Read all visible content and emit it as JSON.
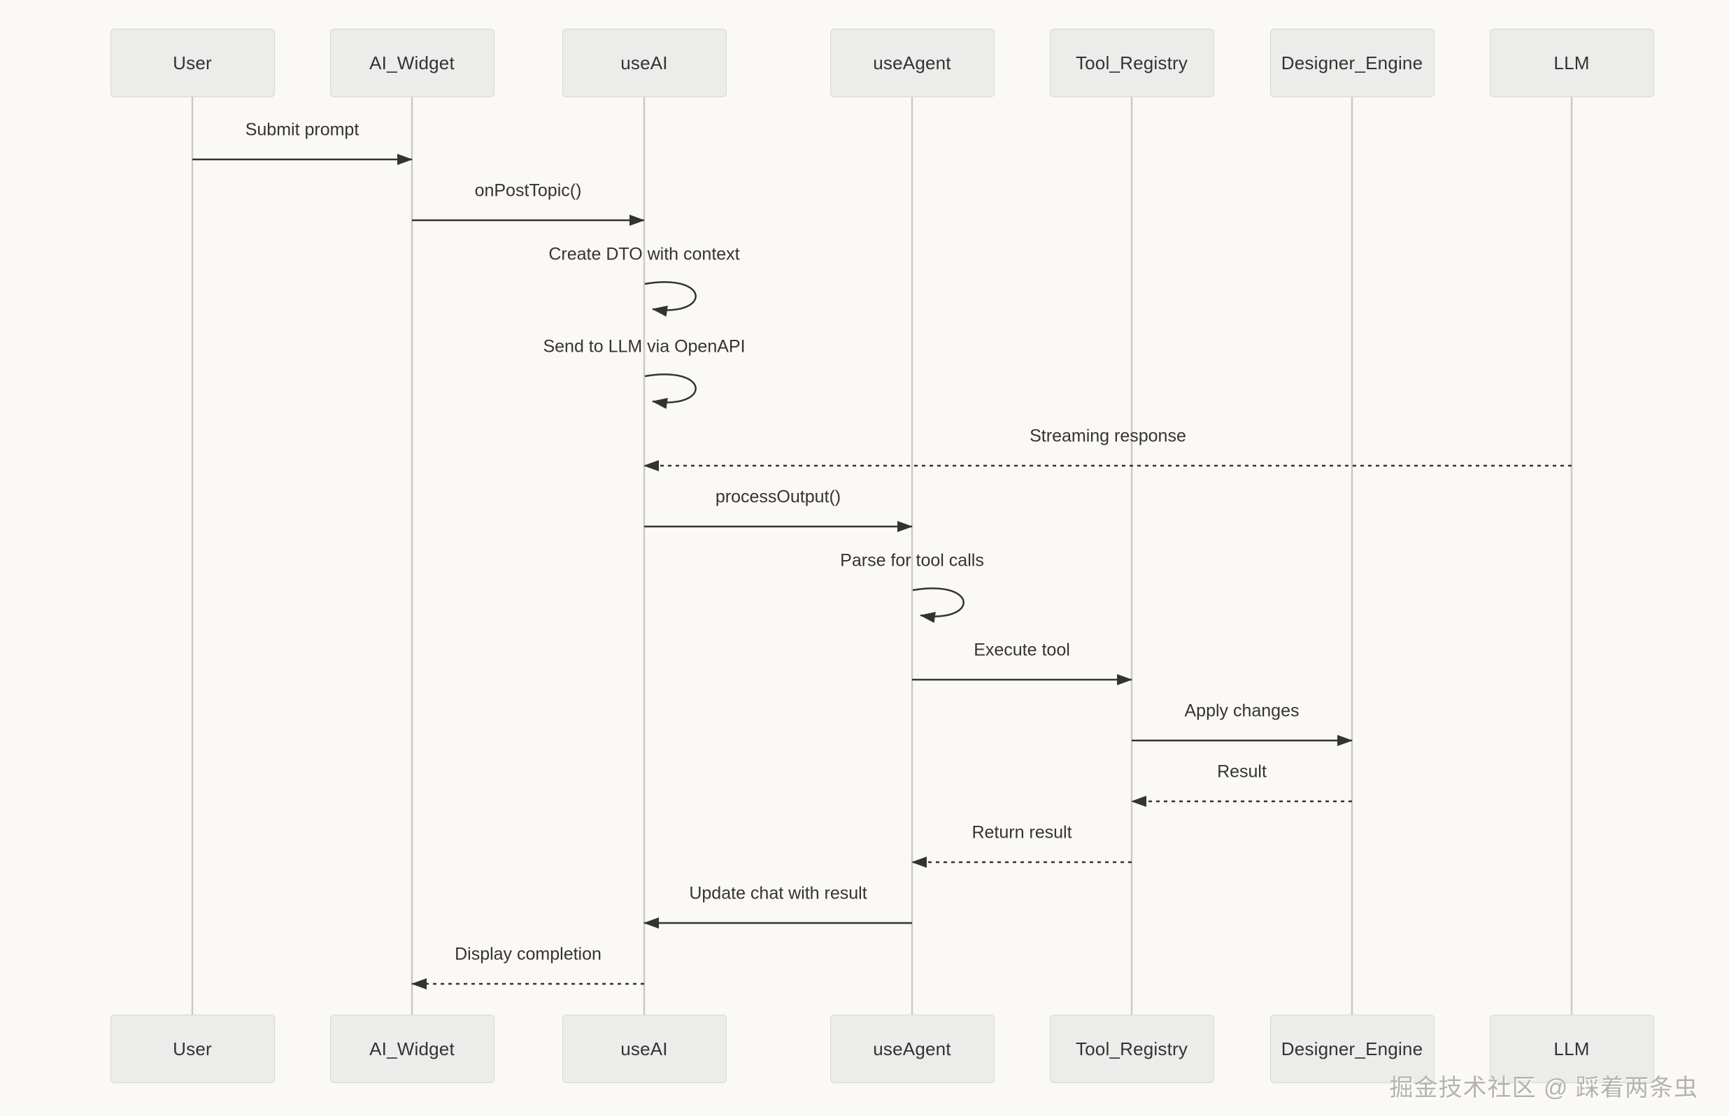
{
  "diagram": {
    "type": "sequence",
    "watermark": "掘金技术社区 @ 踩着两条虫"
  },
  "participants": [
    {
      "name": "User"
    },
    {
      "name": "AI_Widget"
    },
    {
      "name": "useAI"
    },
    {
      "name": "useAgent"
    },
    {
      "name": "Tool_Registry"
    },
    {
      "name": "Designer_Engine"
    },
    {
      "name": "LLM"
    }
  ],
  "messages": [
    {
      "from": "User",
      "to": "AI_Widget",
      "text": "Submit prompt",
      "line": "solid"
    },
    {
      "from": "AI_Widget",
      "to": "useAI",
      "text": "onPostTopic()",
      "line": "solid"
    },
    {
      "from": "useAI",
      "to": "useAI",
      "text": "Create DTO with context",
      "line": "self"
    },
    {
      "from": "useAI",
      "to": "useAI",
      "text": "Send to LLM via OpenAPI",
      "line": "self"
    },
    {
      "from": "LLM",
      "to": "useAI",
      "text": "Streaming response",
      "line": "dashed"
    },
    {
      "from": "useAI",
      "to": "useAgent",
      "text": "processOutput()",
      "line": "solid"
    },
    {
      "from": "useAgent",
      "to": "useAgent",
      "text": "Parse for tool calls",
      "line": "self"
    },
    {
      "from": "useAgent",
      "to": "Tool_Registry",
      "text": "Execute tool",
      "line": "solid"
    },
    {
      "from": "Tool_Registry",
      "to": "Designer_Engine",
      "text": "Apply changes",
      "line": "solid"
    },
    {
      "from": "Designer_Engine",
      "to": "Tool_Registry",
      "text": "Result",
      "line": "dashed"
    },
    {
      "from": "Tool_Registry",
      "to": "useAgent",
      "text": "Return result",
      "line": "dashed"
    },
    {
      "from": "useAgent",
      "to": "useAI",
      "text": "Update chat with result",
      "line": "solid"
    },
    {
      "from": "useAI",
      "to": "AI_Widget",
      "text": "Display completion",
      "line": "dashed"
    }
  ],
  "colors": {
    "background": "#FAF9F5",
    "box_fill": "#ECECEB",
    "box_border": "#D7D6D2",
    "box_text": "#333333",
    "lifeline": "#CBCAC6",
    "message_line": "#333333",
    "message_text": "#35342F",
    "watermark_text": "#B5B3AE"
  }
}
